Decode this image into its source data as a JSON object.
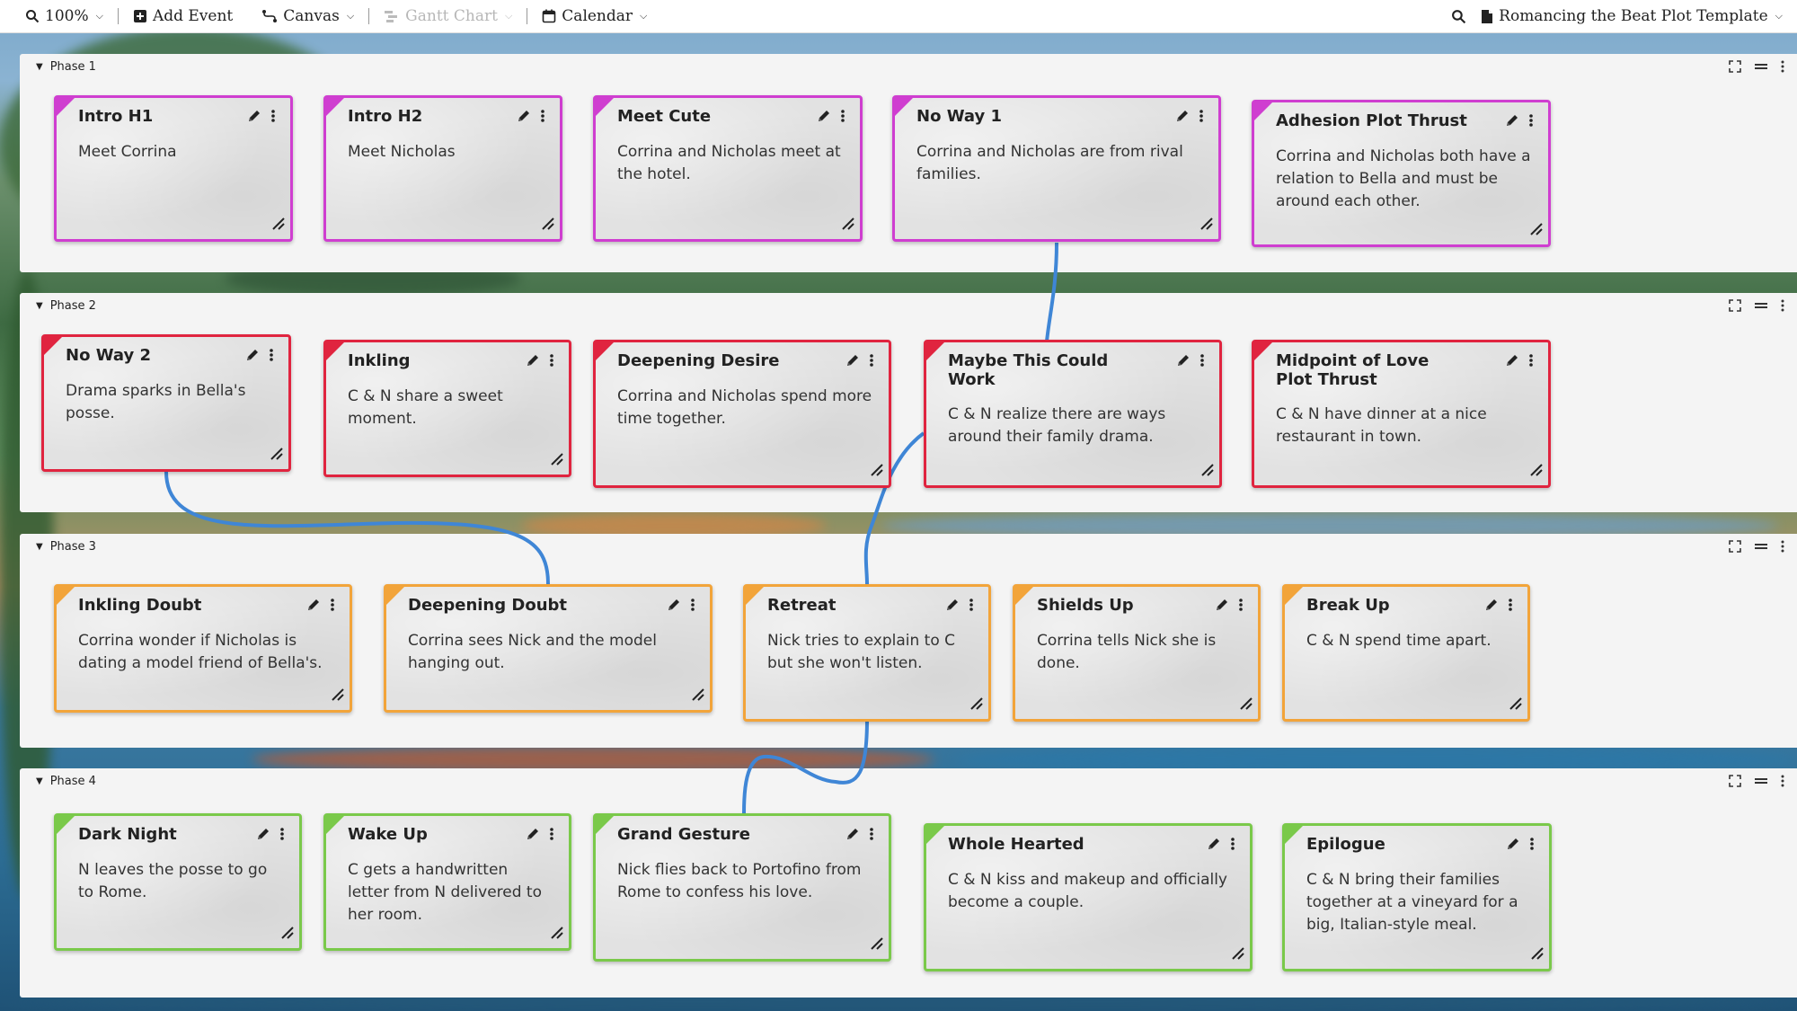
{
  "toolbar": {
    "zoom": "100%",
    "add_event": "Add Event",
    "canvas": "Canvas",
    "gantt": "Gantt Chart",
    "calendar": "Calendar",
    "document": "Romancing the Beat Plot Template"
  },
  "colors": {
    "phase1": "#cf3ed0",
    "phase2": "#e0243f",
    "phase3": "#f2a43a",
    "phase4": "#7ac94a",
    "connector": "#3f86d6"
  },
  "phases": [
    {
      "title": "Phase 1",
      "cards": [
        {
          "title": "Intro H1",
          "desc": "Meet Corrina"
        },
        {
          "title": "Intro H2",
          "desc": "Meet Nicholas"
        },
        {
          "title": "Meet Cute",
          "desc": "Corrina and Nicholas meet at the hotel."
        },
        {
          "title": "No Way 1",
          "desc": "Corrina and Nicholas are from rival families."
        },
        {
          "title": "Adhesion Plot Thrust",
          "desc": "Corrina and Nicholas both have a relation to Bella and must be around each other."
        }
      ]
    },
    {
      "title": "Phase 2",
      "cards": [
        {
          "title": "No Way 2",
          "desc": "Drama sparks in Bella's posse."
        },
        {
          "title": "Inkling",
          "desc": "C & N share a sweet moment."
        },
        {
          "title": "Deepening Desire",
          "desc": "Corrina and Nicholas spend more time together."
        },
        {
          "title": "Maybe This Could Work",
          "desc": "C & N realize there are ways around their family drama."
        },
        {
          "title": "Midpoint of Love Plot Thrust",
          "desc": "C & N have dinner at a nice restaurant in town."
        }
      ]
    },
    {
      "title": "Phase 3",
      "cards": [
        {
          "title": "Inkling Doubt",
          "desc": "Corrina wonder if Nicholas is dating a model friend of Bella's."
        },
        {
          "title": "Deepening Doubt",
          "desc": "Corrina sees Nick and the model hanging out."
        },
        {
          "title": "Retreat",
          "desc": "Nick tries to explain to C but she won't listen."
        },
        {
          "title": "Shields Up",
          "desc": "Corrina tells Nick she is done."
        },
        {
          "title": "Break Up",
          "desc": "C & N spend time apart."
        }
      ]
    },
    {
      "title": "Phase 4",
      "cards": [
        {
          "title": "Dark Night",
          "desc": "N leaves the posse to go to Rome."
        },
        {
          "title": "Wake Up",
          "desc": "C gets a handwritten letter from N delivered to her room."
        },
        {
          "title": "Grand Gesture",
          "desc": "Nick flies back to Portofino from Rome to confess his love."
        },
        {
          "title": "Whole Hearted",
          "desc": "C & N kiss and makeup and officially become a couple."
        },
        {
          "title": "Epilogue",
          "desc": "C & N bring their families together at a vineyard for a big, Italian-style meal."
        }
      ]
    }
  ]
}
